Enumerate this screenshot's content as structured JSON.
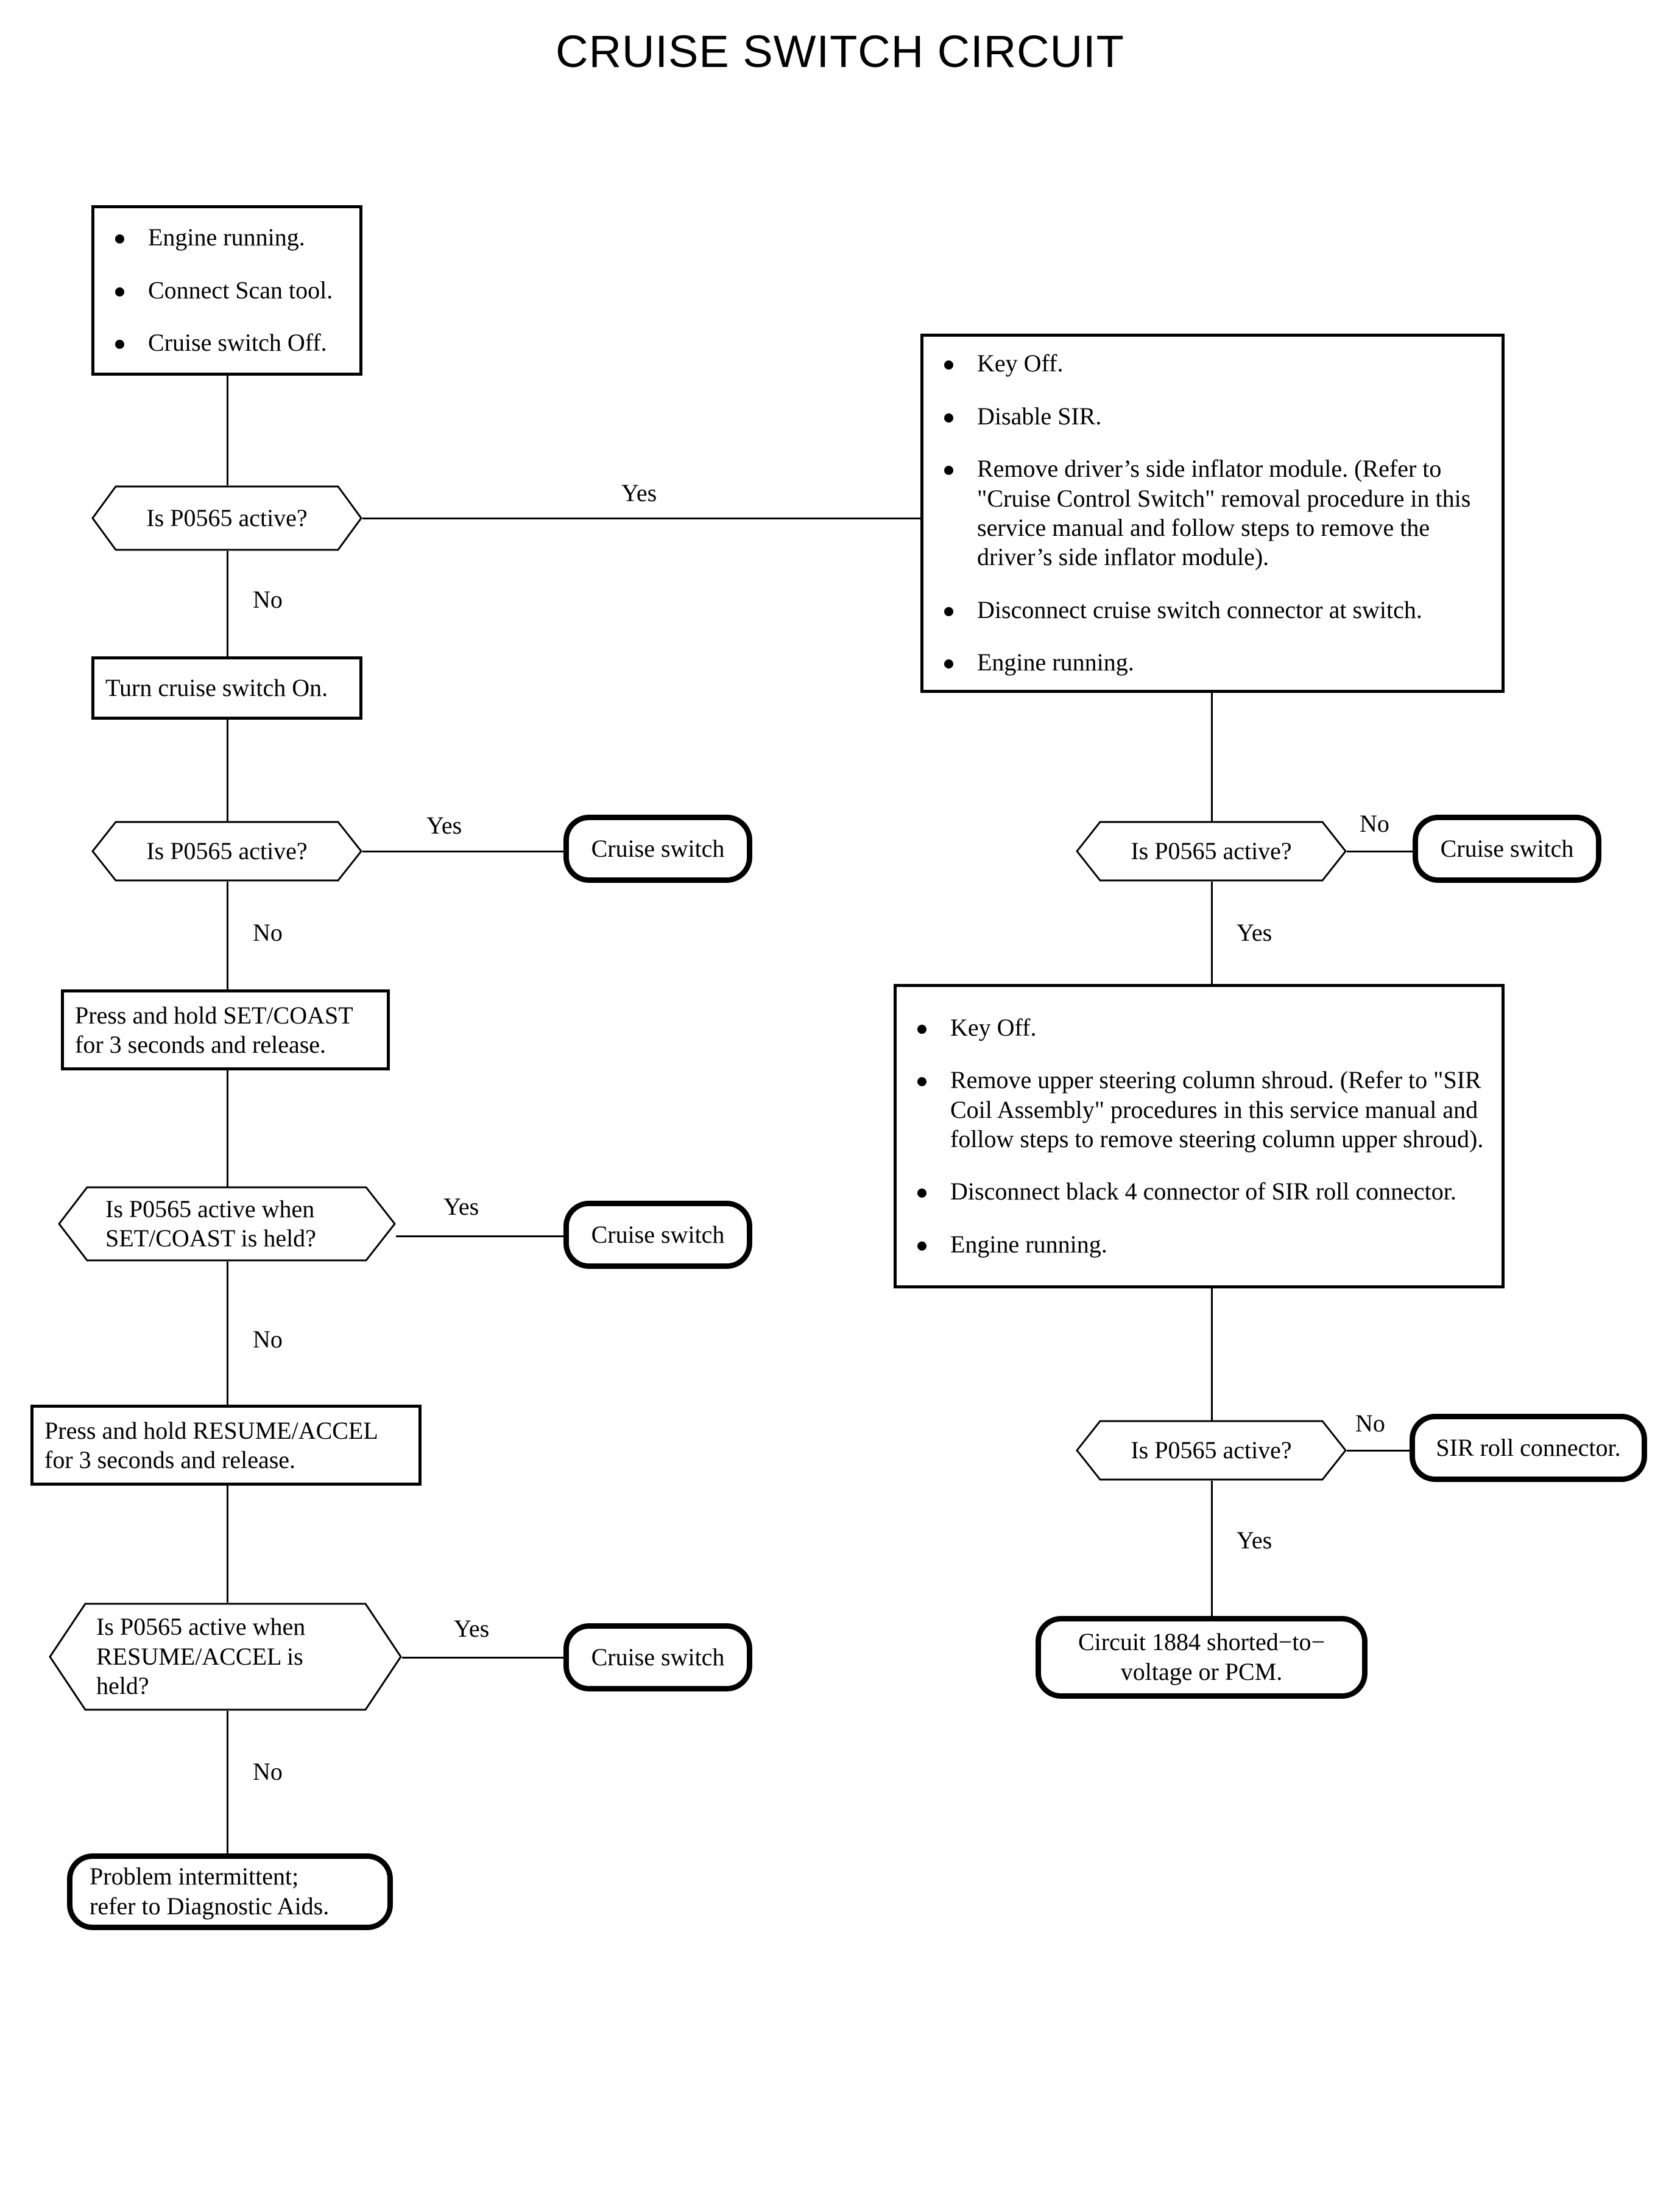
{
  "title": "CRUISE SWITCH CIRCUIT",
  "chart_data": {
    "type": "flowchart",
    "title": "CRUISE SWITCH CIRCUIT",
    "orientation": "top-to-bottom, two columns"
  },
  "nodes": {
    "start_conditions": {
      "kind": "bullet-box",
      "items": [
        "Engine running.",
        "Connect Scan tool.",
        "Cruise switch Off."
      ]
    },
    "decision_1": {
      "kind": "decision",
      "text": "Is P0565 active?"
    },
    "turn_switch_on": {
      "kind": "process",
      "text": "Turn cruise switch On."
    },
    "decision_2": {
      "kind": "decision",
      "text": "Is P0565 active?"
    },
    "terminal_cruise_switch_1": {
      "kind": "terminal",
      "text": "Cruise switch"
    },
    "press_set_coast": {
      "kind": "process",
      "line1": "Press and hold SET/COAST",
      "line2": "for 3 seconds and release."
    },
    "decision_3": {
      "kind": "decision",
      "line1": "Is P0565 active when",
      "line2": "SET/COAST is held?"
    },
    "terminal_cruise_switch_2": {
      "kind": "terminal",
      "text": "Cruise switch"
    },
    "press_resume_accel": {
      "kind": "process",
      "line1": "Press and hold RESUME/ACCEL",
      "line2": "for 3 seconds and release."
    },
    "decision_4": {
      "kind": "decision",
      "line1": "Is P0565 active when",
      "line2": "RESUME/ACCEL is",
      "line3": "held?"
    },
    "terminal_cruise_switch_3": {
      "kind": "terminal",
      "text": "Cruise switch"
    },
    "terminal_problem_intermittent": {
      "kind": "terminal",
      "line1": "Problem intermittent;",
      "line2": "refer to Diagnostic Aids."
    },
    "disable_sir_box": {
      "kind": "bullet-box",
      "items": [
        "Key Off.",
        "Disable SIR.",
        "Remove driver’s side inflator module. (Refer to \"Cruise Control Switch\" removal procedure in this service manual and follow steps to remove the driver’s side inflator module).",
        "Disconnect cruise switch connector at switch.",
        "Engine running."
      ]
    },
    "decision_5": {
      "kind": "decision",
      "text": "Is P0565 active?"
    },
    "terminal_cruise_switch_4": {
      "kind": "terminal",
      "text": "Cruise switch"
    },
    "shroud_box": {
      "kind": "bullet-box",
      "items": [
        "Key Off.",
        "Remove upper steering column shroud. (Refer to \"SIR Coil Assembly\" procedures in this service manual and follow steps to remove steering column upper shroud).",
        "Disconnect black 4 connector of SIR roll connector.",
        "Engine running."
      ]
    },
    "decision_6": {
      "kind": "decision",
      "text": "Is P0565 active?"
    },
    "terminal_sir_roll_connector": {
      "kind": "terminal",
      "text": "SIR roll connector."
    },
    "terminal_circuit_1884": {
      "kind": "terminal",
      "line1": "Circuit 1884 shorted−to−",
      "line2": "voltage or PCM."
    }
  },
  "edge_labels": {
    "d1_yes": "Yes",
    "d1_no": "No",
    "d2_yes": "Yes",
    "d2_no": "No",
    "d3_yes": "Yes",
    "d3_no": "No",
    "d4_yes": "Yes",
    "d4_no": "No",
    "d5_no": "No",
    "d5_yes": "Yes",
    "d6_no": "No",
    "d6_yes": "Yes"
  },
  "colors": {
    "stroke": "#000000",
    "background": "#ffffff",
    "text": "#000000"
  }
}
